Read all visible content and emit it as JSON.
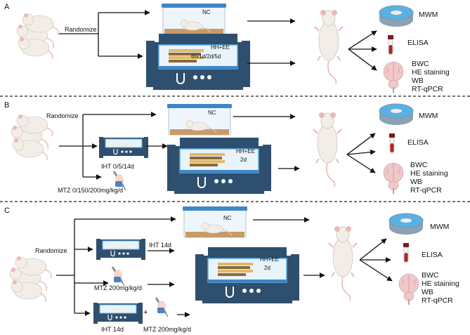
{
  "panels": [
    {
      "id": "A",
      "randomize": "Randomize",
      "nc": "NC",
      "chamber_label": "HH+EE",
      "chamber_sub": "6h/1d/2d/5d",
      "outcomes": [
        "MWM",
        "ELISA",
        "BWC",
        "HE staining",
        "WB",
        "RT-qPCR"
      ]
    },
    {
      "id": "B",
      "randomize": "Randomize",
      "nc": "NC",
      "iht": "IHT 0/5/14d",
      "mtz": "MTZ 0/150/200mg/kg/d",
      "chamber_label": "HH+EE",
      "chamber_sub": "2d",
      "outcomes": [
        "MWM",
        "ELISA",
        "BWC",
        "HE staining",
        "WB",
        "RT-qPCR"
      ]
    },
    {
      "id": "C",
      "randomize": "Randomize",
      "nc": "NC",
      "iht": "IHT 14d",
      "mtz": "MTZ 200mg/kg/d",
      "iht2": "IHT 14d",
      "plus": "+",
      "mtz2": "MTZ 200mg/kg/d",
      "chamber_label": "HH+EE",
      "chamber_sub": "2d",
      "outcomes": [
        "MWM",
        "ELISA",
        "BWC",
        "HE staining",
        "WB",
        "RT-qPCR"
      ]
    }
  ],
  "colors": {
    "machine": "#2f4f6e",
    "cage_lid": "#3f86c6",
    "water": "#5ab0e4",
    "rat": "#f3ede8",
    "rat_ear": "#e9b9b6",
    "bedding": "#c79b69",
    "tube_cap": "#7a1b1b",
    "brain": "#f1c7c9"
  },
  "icons": [
    "rat-group-icon",
    "cage-icon",
    "chamber-icon",
    "rat-icon",
    "pool-icon",
    "blood-tube-icon",
    "brain-icon",
    "syringe-icon",
    "small-chamber-icon"
  ]
}
